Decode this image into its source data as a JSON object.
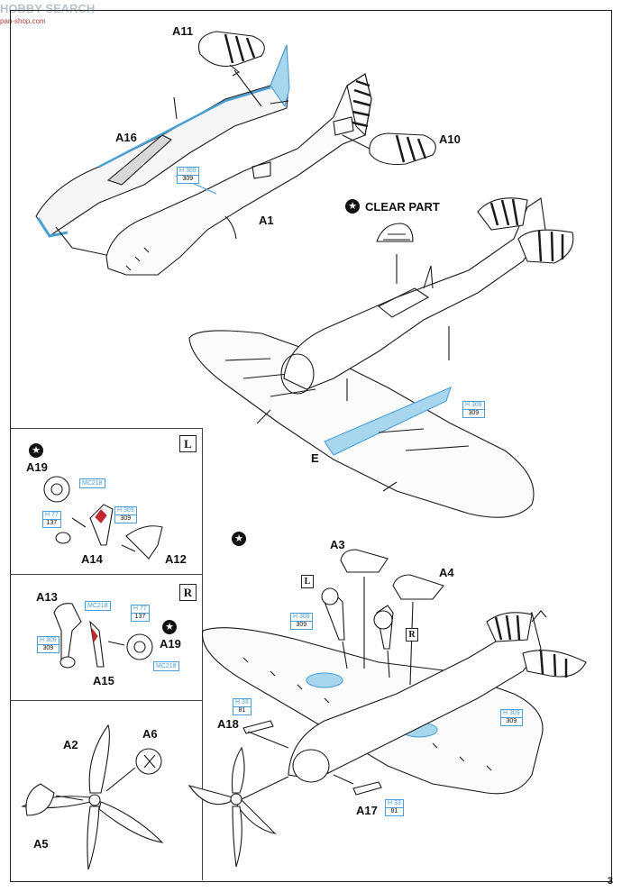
{
  "watermark": {
    "brand": "HOBBY SEARCH",
    "site": "pan-shop.com"
  },
  "page_number": "3",
  "labels": {
    "a11": "A11",
    "a10": "A10",
    "a16": "A16",
    "a1": "A1",
    "clear_part": "CLEAR PART",
    "e": "E",
    "a19_l": "A19",
    "a14": "A14",
    "a12": "A12",
    "a13": "A13",
    "a15": "A15",
    "a19_r": "A19",
    "a2": "A2",
    "a6": "A6",
    "a5": "A5",
    "a3": "A3",
    "a4": "A4",
    "a18": "A18",
    "a17": "A17"
  },
  "boxes": {
    "l": "L",
    "r": "R"
  },
  "paints": {
    "h309_fuselage": {
      "code": "H 309",
      "num": "309"
    },
    "h309_wing": {
      "code": "H 309",
      "num": "309"
    },
    "h309_l_strut": {
      "code": "H 309",
      "num": "309"
    },
    "h77_l": {
      "code": "H 77",
      "num": "137"
    },
    "mc218_l": "MC218",
    "mc218_r1": "MC218",
    "h77_r": {
      "code": "H 77",
      "num": "137"
    },
    "h309_r": {
      "code": "H 309",
      "num": "309"
    },
    "mc218_r2": "MC218",
    "h309_bottom_l": {
      "code": "H 309",
      "num": "309"
    },
    "h33_a18": {
      "code": "H 33",
      "num": "81"
    },
    "h309_bottom_r": {
      "code": "H 309",
      "num": "309"
    },
    "h33_a17": {
      "code": "H 33",
      "num": "81"
    }
  },
  "colors": {
    "accent_blue": "#4a9fd6",
    "part_red": "#c0282d",
    "line": "#1a1a1a"
  }
}
